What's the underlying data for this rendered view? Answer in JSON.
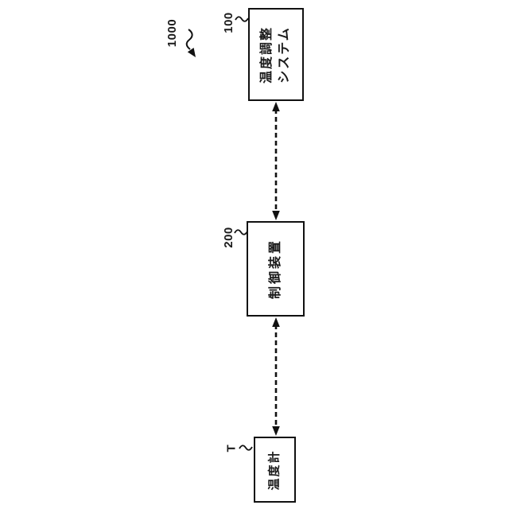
{
  "figure": {
    "overall_ref": "1000",
    "nodes": [
      {
        "ref": "100",
        "name": "temperature-adjustment-system",
        "label": "温度調整システム",
        "line1": "温度調整",
        "line2": "システム"
      },
      {
        "ref": "200",
        "name": "control-device",
        "label": "制御装置"
      },
      {
        "ref": "T",
        "name": "thermometer",
        "label": "温度計"
      }
    ],
    "connections": [
      {
        "from": "100",
        "to": "200",
        "style": "dashed-double-headed-arrow"
      },
      {
        "from": "200",
        "to": "T",
        "style": "dashed-double-headed-arrow"
      }
    ],
    "colors": {
      "ink": "#111111",
      "background": "#ffffff"
    },
    "orientation": "rotated-90-clockwise"
  }
}
